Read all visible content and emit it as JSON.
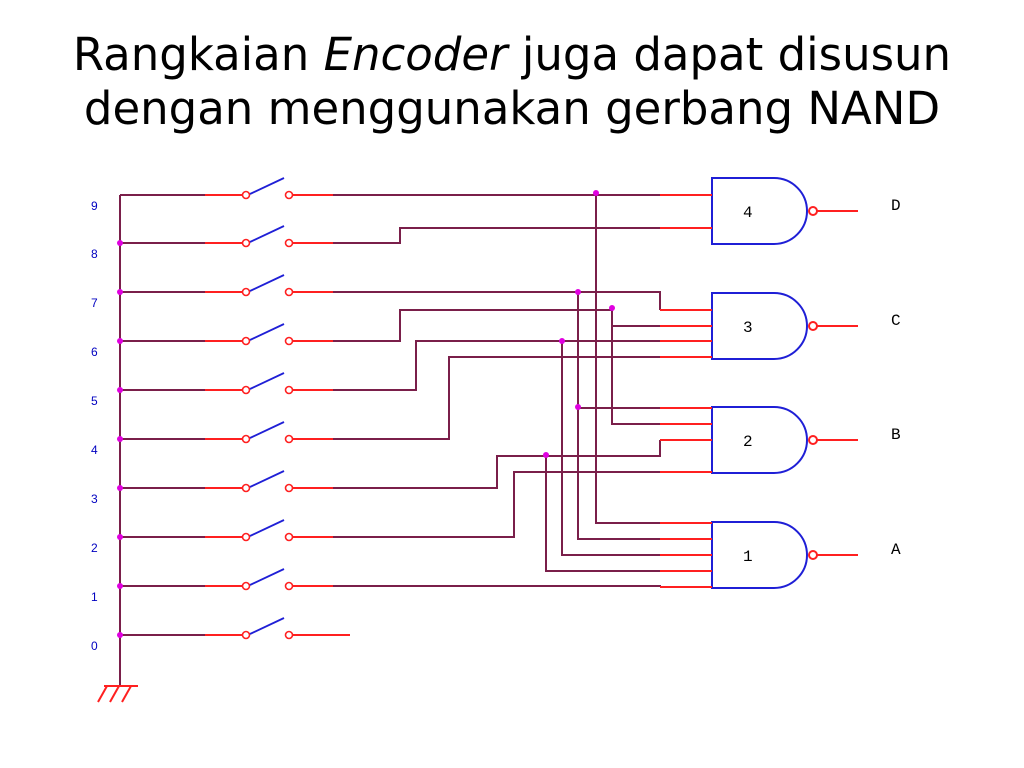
{
  "slide": {
    "title_line1_before": "Rangkaian ",
    "title_line1_italic": "Encoder",
    "title_line1_after": " juga dapat disusun",
    "title_line2": "dengan menggunakan gerbang NAND"
  },
  "circuit": {
    "switch_rows": [
      {
        "label": "9"
      },
      {
        "label": "8"
      },
      {
        "label": "7"
      },
      {
        "label": "6"
      },
      {
        "label": "5"
      },
      {
        "label": "4"
      },
      {
        "label": "3"
      },
      {
        "label": "2"
      },
      {
        "label": "1"
      },
      {
        "label": "0"
      }
    ],
    "gates": [
      {
        "number": "4",
        "output": "D",
        "inputs": [
          "9",
          "8"
        ]
      },
      {
        "number": "3",
        "output": "C",
        "inputs": [
          "7",
          "6",
          "5",
          "4"
        ]
      },
      {
        "number": "2",
        "output": "B",
        "inputs": [
          "7",
          "6",
          "3",
          "2"
        ]
      },
      {
        "number": "1",
        "output": "A",
        "inputs": [
          "9",
          "7",
          "5",
          "3",
          "1"
        ]
      }
    ]
  }
}
